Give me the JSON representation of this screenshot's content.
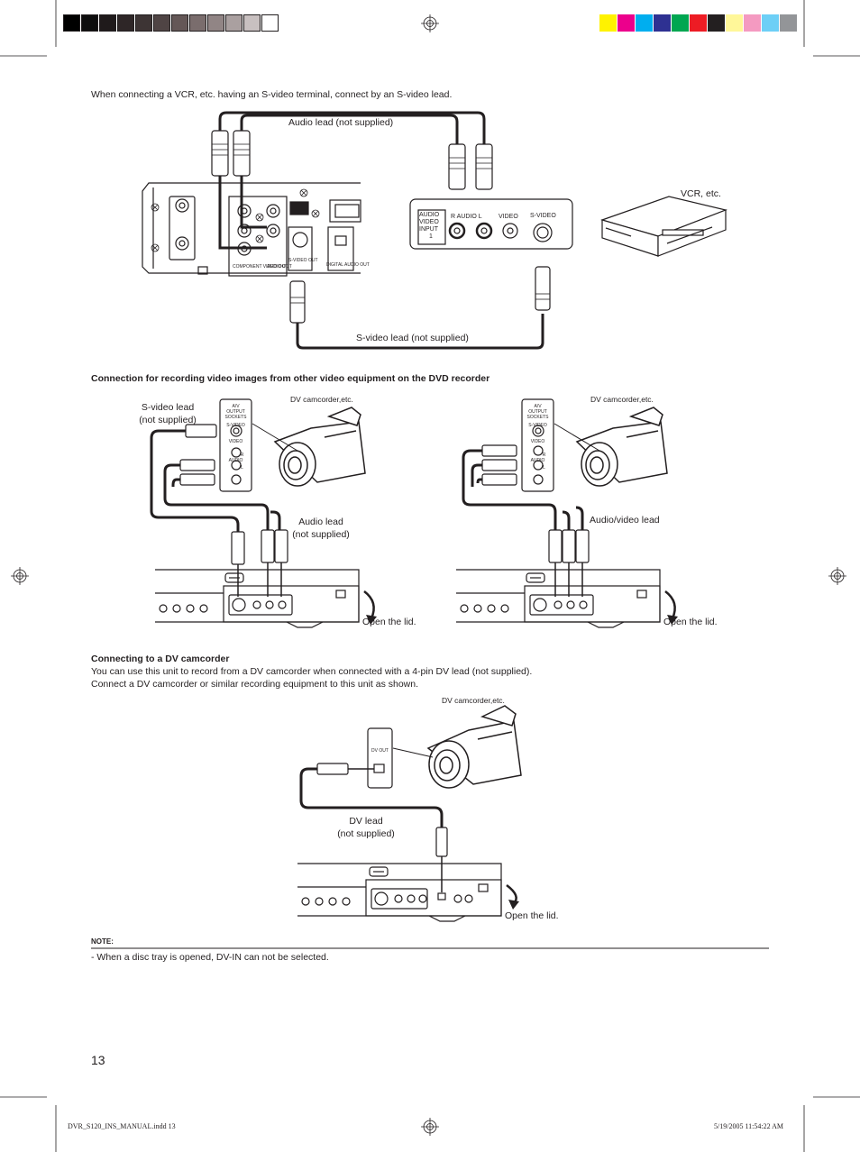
{
  "intro_text": "When connecting a VCR, etc. having an S-video terminal, connect by an S-video lead.",
  "diagram1": {
    "audio_lead_label": "Audio lead (not supplied)",
    "svideo_lead_label": "S-video lead (not supplied)",
    "vcr_label": "VCR, etc.",
    "vcr_panel": {
      "audio_video_input": "AUDIO VIDEO INPUT",
      "input_number": "1",
      "audio_r_l": "R AUDIO L",
      "video": "VIDEO",
      "svideo": "S-VIDEO"
    },
    "recorder_labels": {
      "component": "COMPONENT VIDEO OUT",
      "audio_out": "AUDIO OUT",
      "svideo_out": "S-VIDEO OUT",
      "digital": "DIGITAL AUDIO OUT"
    }
  },
  "section_heading": "Connection for recording video images from other video equipment on the DVD recorder",
  "diagram2": {
    "svideo_lead_label_1": "S-video lead",
    "svideo_lead_label_2": "(not supplied)",
    "camcorder_label": "DV camcorder,etc.",
    "audio_lead_label_1": "Audio lead",
    "audio_lead_label_2": "(not supplied)",
    "open_lid": "Open the lid.",
    "sockets_panel": [
      "A/V",
      "OUTPUT",
      "SOCKETS",
      "S-VIDEO",
      "VIDEO",
      "R",
      "AUDIO",
      "L"
    ]
  },
  "diagram3": {
    "camcorder_label": "DV camcorder,etc.",
    "av_lead_label": "Audio/video lead",
    "open_lid": "Open the lid."
  },
  "dv_section": {
    "heading": "Connecting to a DV camcorder",
    "line1": "You can use this unit to record from a DV camcorder when connected with a 4-pin DV lead (not supplied).",
    "line2": "Connect a DV camcorder or similar recording equipment to this unit as shown.",
    "camcorder_label": "DV camcorder,etc.",
    "dv_out": "DV OUT",
    "dv_lead_label_1": "DV lead",
    "dv_lead_label_2": "(not supplied)",
    "open_lid": "Open the lid."
  },
  "note": {
    "title": "NOTE:",
    "item": "-    When a disc tray is opened, DV-IN can not be selected."
  },
  "page_number": "13",
  "footer": {
    "file": "DVR_S120_INS_MANUAL.indd   13",
    "timestamp": "5/19/2005   11:54:22 AM"
  },
  "colors": {
    "gray_bar": [
      "#000000",
      "#0d0d0d",
      "#1f1a1b",
      "#2e2627",
      "#3d3434",
      "#4f4444",
      "#645757",
      "#7a6d6d",
      "#918585",
      "#aaa0a0",
      "#c8c0c0",
      "#ffffff"
    ],
    "color_bar": [
      "#fff200",
      "#ec008c",
      "#00aeef",
      "#2e3192",
      "#00a651",
      "#ed1c24",
      "#231f20",
      "#fff799",
      "#f49ac1",
      "#6dcff6",
      "#939598"
    ]
  }
}
